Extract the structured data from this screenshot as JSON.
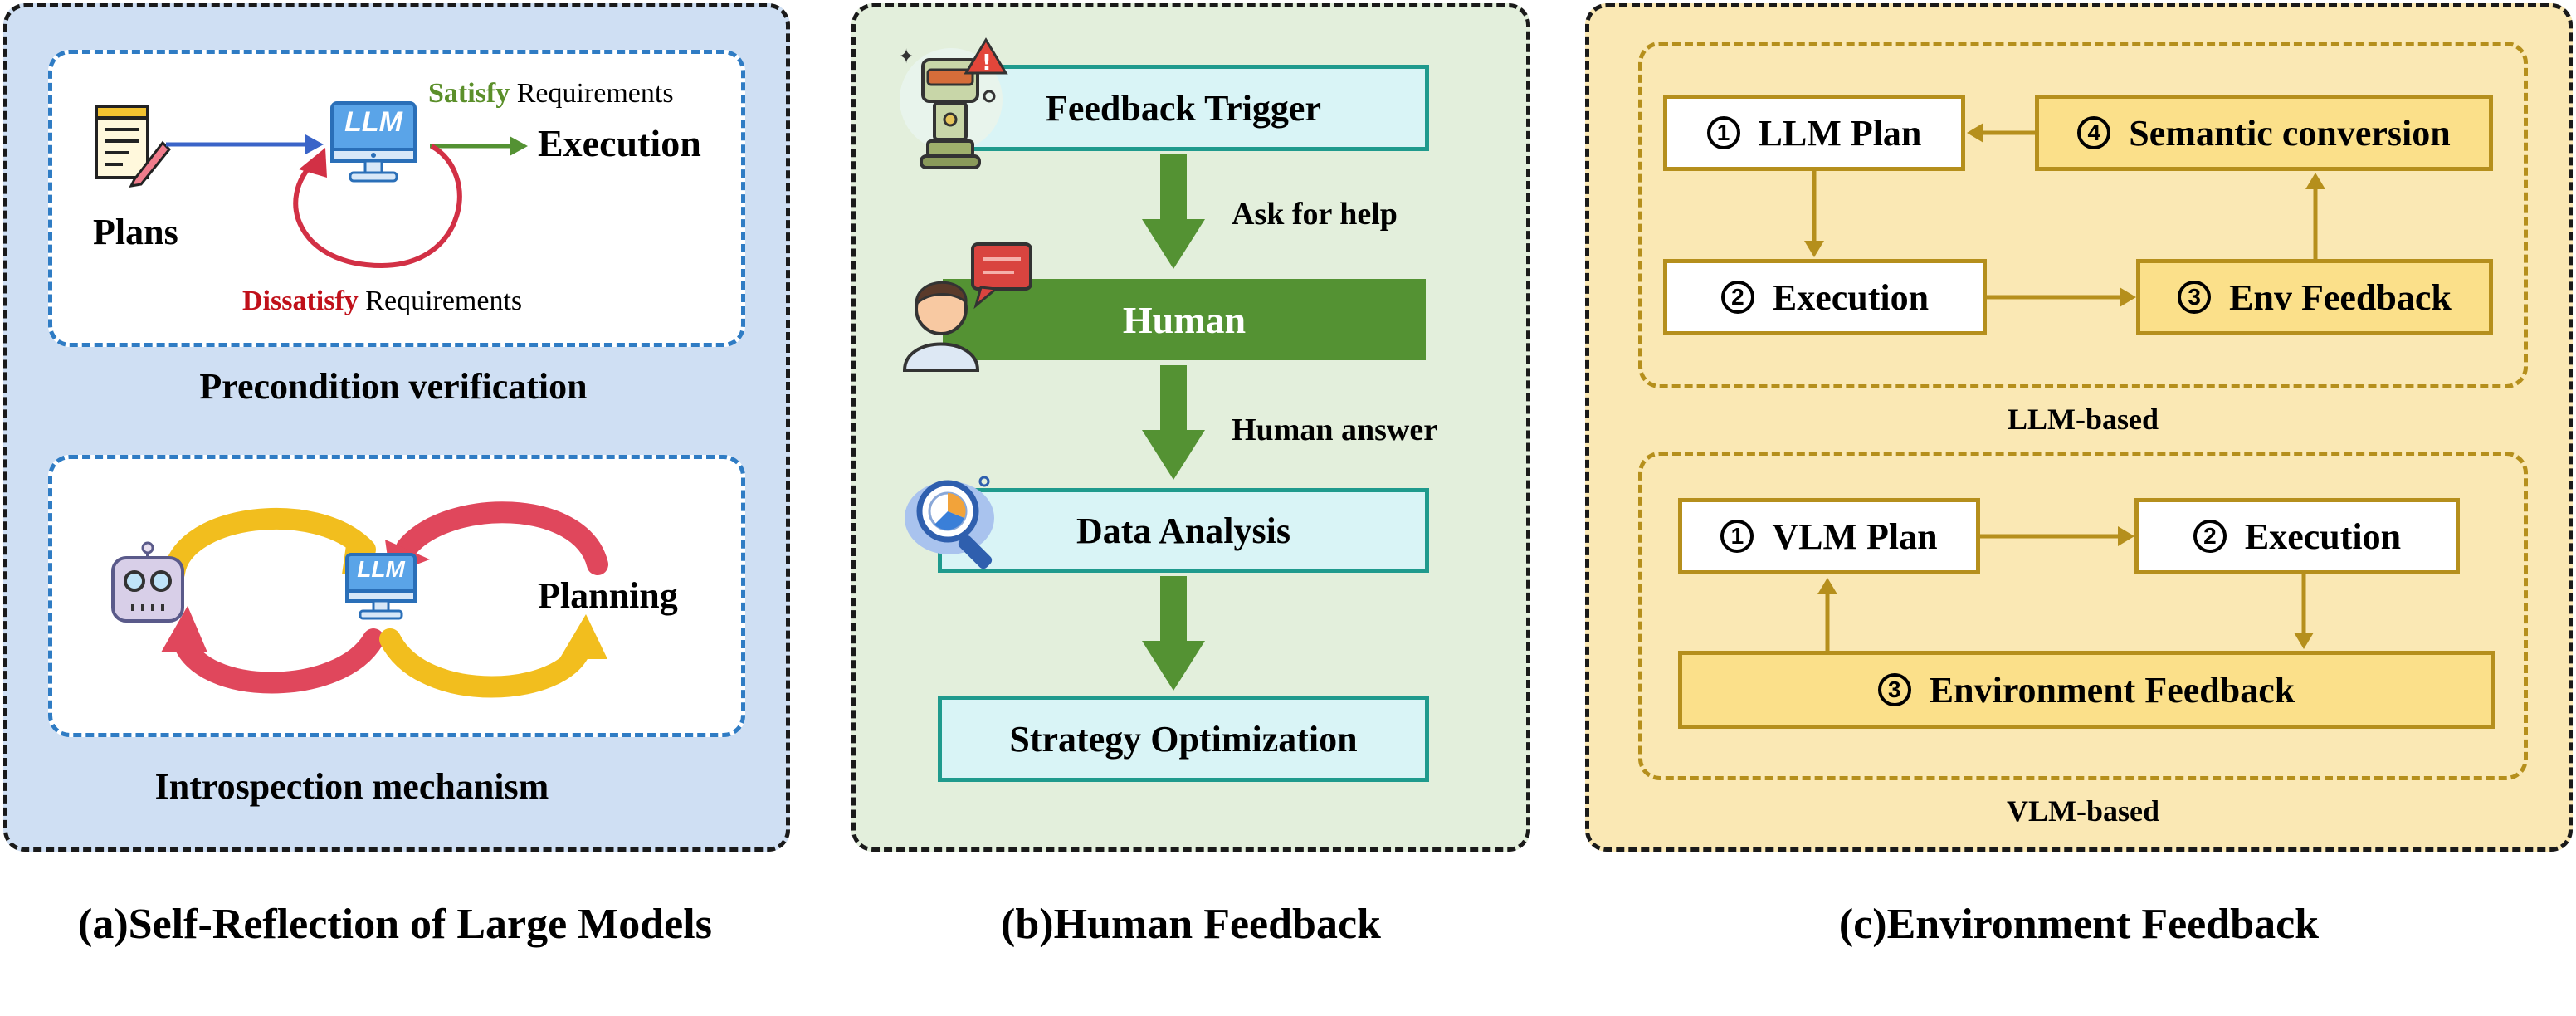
{
  "panel_a": {
    "plans_label": "Plans",
    "llm_badge": "LLM",
    "satisfy_word": "Satisfy",
    "satisfy_rest": " Requirements",
    "execution_label": "Execution",
    "dissatisfy_word": "Dissatisfy",
    "dissatisfy_rest": " Requirements",
    "precondition_label": "Precondition verification",
    "planning_label": "Planning",
    "introspection_label": "Introspection mechanism",
    "caption": "(a)Self-Reflection of Large Models"
  },
  "panel_b": {
    "feedback_trigger": "Feedback Trigger",
    "ask_for_help": "Ask for help",
    "human": "Human",
    "human_answer": "Human answer",
    "data_analysis": "Data Analysis",
    "strategy_optimization": "Strategy Optimization",
    "caption": "(b)Human Feedback"
  },
  "panel_c": {
    "llm_group": {
      "plan": {
        "num": "1",
        "label": "LLM Plan"
      },
      "execution": {
        "num": "2",
        "label": "Execution"
      },
      "env_feedback": {
        "num": "3",
        "label": "Env Feedback"
      },
      "semantic": {
        "num": "4",
        "label": "Semantic conversion"
      },
      "group_label": "LLM-based"
    },
    "vlm_group": {
      "plan": {
        "num": "1",
        "label": "VLM Plan"
      },
      "execution": {
        "num": "2",
        "label": "Execution"
      },
      "env_feedback": {
        "num": "3",
        "label": "Environment Feedback"
      },
      "group_label": "VLM-based"
    },
    "caption": "(c)Environment Feedback"
  },
  "colors": {
    "panel_a_bg": "#cfdff3",
    "panel_b_bg": "#e3efdc",
    "panel_c_bg": "#fae8b4",
    "arrow_green": "#549233",
    "arrow_gold": "#b58f1c",
    "dissatisfy_red": "#c0101a",
    "satisfy_green": "#5b8f2a"
  }
}
